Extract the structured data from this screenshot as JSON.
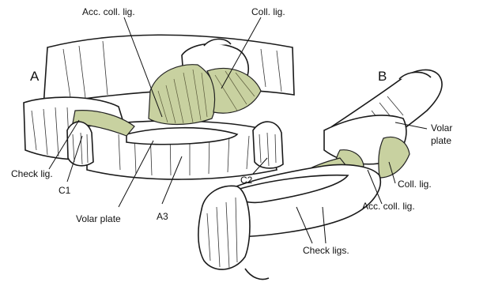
{
  "panels": {
    "a": "A",
    "b": "B"
  },
  "labels": {
    "acc_coll_lig_a": "Acc. coll. lig.",
    "coll_lig_a": "Coll. lig.",
    "check_lig": "Check lig.",
    "c1": "C1",
    "volar_plate_a": "Volar plate",
    "a3": "A3",
    "c2": "C2",
    "volar_plate_b_line1": "Volar",
    "volar_plate_b_line2": "plate",
    "coll_lig_b": "Coll. lig.",
    "acc_coll_lig_b": "Acc. coll. lig.",
    "check_ligs": "Check ligs."
  },
  "colors": {
    "ligament": "#c8d1a0",
    "outline": "#1a1a1a",
    "background": "#ffffff"
  }
}
